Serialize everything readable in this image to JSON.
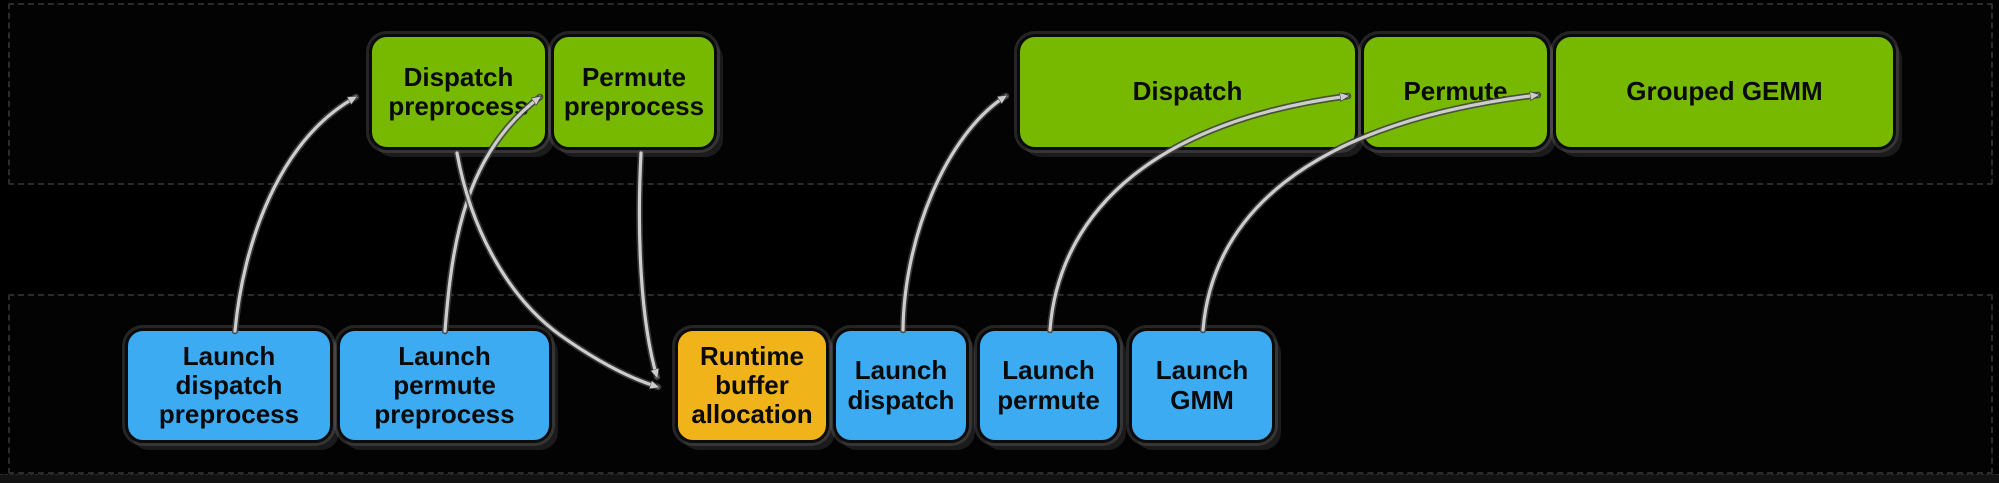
{
  "colors": {
    "background": "#000000",
    "kernel_green": "#76b900",
    "launch_blue": "#3dabf2",
    "alloc_yellow": "#f0b41a",
    "arrow_gray": "#cdcdcd",
    "lane_border": "#2b2b2b",
    "footer_strip": "#121212",
    "box_text": "#0a0a0a"
  },
  "boxes": {
    "gpu": [
      {
        "id": "dispatch-preprocess",
        "label": "Dispatch\npreprocess"
      },
      {
        "id": "permute-preprocess",
        "label": "Permute\npreprocess"
      },
      {
        "id": "dispatch",
        "label": "Dispatch"
      },
      {
        "id": "permute",
        "label": "Permute"
      },
      {
        "id": "grouped-gemm",
        "label": "Grouped GEMM"
      }
    ],
    "cpu": [
      {
        "id": "launch-dispatch-preprocess",
        "label": "Launch\ndispatch\npreprocess"
      },
      {
        "id": "launch-permute-preprocess",
        "label": "Launch\npermute\npreprocess"
      },
      {
        "id": "runtime-buffer-allocation",
        "label": "Runtime\nbuffer\nallocation"
      },
      {
        "id": "launch-dispatch",
        "label": "Launch\ndispatch"
      },
      {
        "id": "launch-permute",
        "label": "Launch\npermute"
      },
      {
        "id": "launch-gmm",
        "label": "Launch\nGMM"
      }
    ]
  },
  "edges": [
    {
      "from": "launch-dispatch-preprocess",
      "to": "dispatch-preprocess"
    },
    {
      "from": "launch-permute-preprocess",
      "to": "permute-preprocess"
    },
    {
      "from": "launch-dispatch",
      "to": "dispatch"
    },
    {
      "from": "launch-permute",
      "to": "permute"
    },
    {
      "from": "launch-gmm",
      "to": "grouped-gemm"
    },
    {
      "from": "dispatch-preprocess",
      "to": "runtime-buffer-allocation"
    },
    {
      "from": "permute-preprocess",
      "to": "runtime-buffer-allocation"
    }
  ]
}
